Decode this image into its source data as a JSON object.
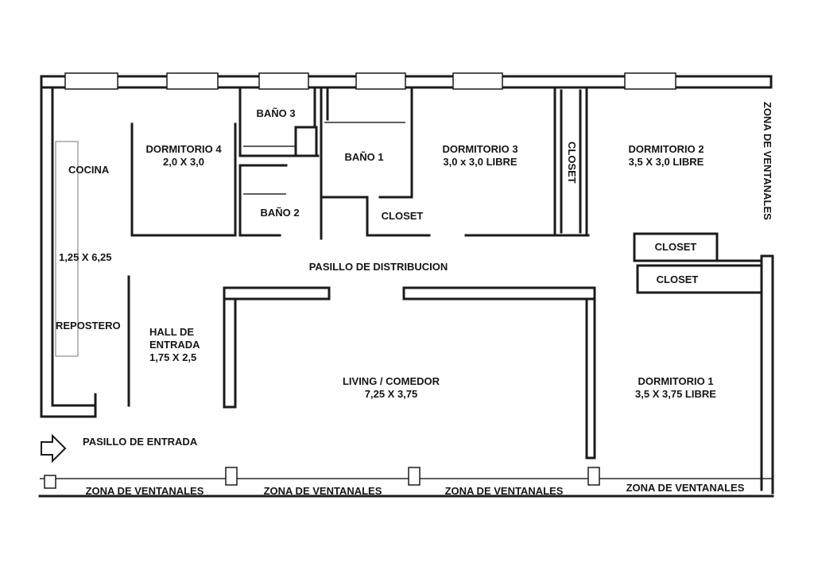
{
  "rooms": {
    "cocina": {
      "name": "COCINA",
      "dims": "1,25 X 6,25"
    },
    "repostero": {
      "name": "REPOSTERO"
    },
    "dormitorio_4": {
      "name": "DORMITORIO 4",
      "dims": "2,0 X 3,0"
    },
    "bano_3": {
      "name": "BAÑO 3"
    },
    "bano_2": {
      "name": "BAÑO 2"
    },
    "bano_1": {
      "name": "BAÑO 1"
    },
    "dormitorio_3": {
      "name": "DORMITORIO 3",
      "dims": "3,0 x 3,0 LIBRE"
    },
    "dormitorio_2": {
      "name": "DORMITORIO 2",
      "dims": "3,5 X 3,0 LIBRE"
    },
    "dormitorio_1": {
      "name": "DORMITORIO 1",
      "dims": "3,5 X 3,75 LIBRE"
    },
    "hall": {
      "line1": "HALL DE",
      "line2": "ENTRADA",
      "dims": "1,75 X 2,5"
    },
    "living": {
      "name": "LIVING / COMEDOR",
      "dims": "7,25 X 3,75"
    }
  },
  "closets": {
    "dorm3": "CLOSET",
    "vertical": "CLOSET",
    "upper": "CLOSET",
    "lower": "CLOSET"
  },
  "corridors": {
    "distribucion": "PASILLO DE DISTRIBUCION",
    "entrada": "PASILLO DE ENTRADA"
  },
  "ventanales": {
    "bottom": [
      "ZONA DE VENTANALES",
      "ZONA DE VENTANALES",
      "ZONA DE VENTANALES",
      "ZONA DE VENTANALES"
    ],
    "right": "ZONA DE VENTANALES"
  }
}
